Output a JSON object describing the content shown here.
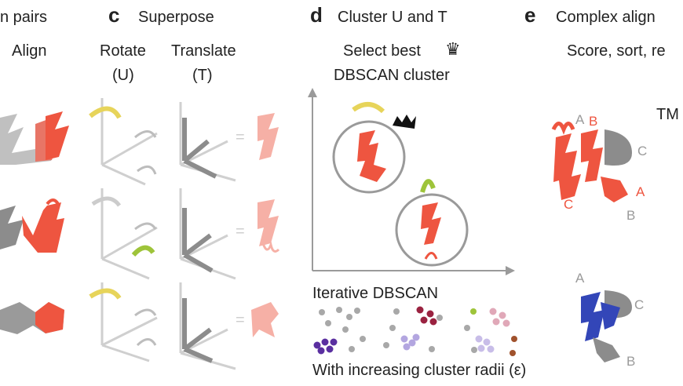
{
  "panels": {
    "b": {
      "title_partial": "n pairs",
      "col_label": "Align"
    },
    "c": {
      "letter": "c",
      "title": "Superpose",
      "col1": "Rotate",
      "col1_sub": "(U)",
      "col2": "Translate",
      "col2_sub": "(T)"
    },
    "d": {
      "letter": "d",
      "title": "Cluster U and T",
      "line2": "Select best",
      "line3": "DBSCAN cluster",
      "iterative": "Iterative DBSCAN",
      "caption": "With increasing cluster radii (ε)"
    },
    "e": {
      "letter": "e",
      "title_partial": "Complex align",
      "line2_partial": "Score, sort, re",
      "tm_partial": "TM",
      "chain_labels_top": {
        "A_grey": "A",
        "B_red": "B",
        "C_grey": "C",
        "A_red": "A",
        "C_red": "C",
        "B_grey": "B"
      },
      "chain_labels_bottom": {
        "A": "A",
        "C": "C",
        "B": "B"
      }
    }
  },
  "symbols": {
    "equals": "="
  },
  "colors": {
    "red": "#ee5540",
    "pink": "#f6b0a6",
    "grey": "#8c8c8c",
    "lightgrey": "#c9c9c9",
    "yellow": "#e7d45a",
    "green": "#9ec43a",
    "blue": "#3346b8",
    "circle": "#9a9a9a"
  },
  "icons": [
    "crown-icon",
    "rotate-arrow-icon",
    "axis-icon",
    "lightning-chain-icon"
  ]
}
